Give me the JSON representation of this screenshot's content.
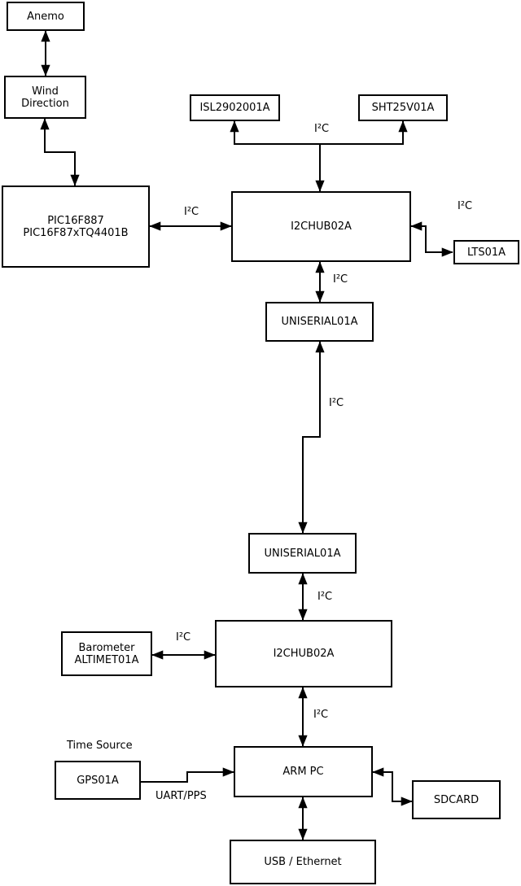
{
  "nodes": {
    "anemo": {
      "label": "Anemo"
    },
    "wind_direction": {
      "label_line1": "Wind",
      "label_line2": "Direction"
    },
    "pic_controller": {
      "label_line1": "PIC16F887",
      "label_line2": "PIC16F87xTQ4401B"
    },
    "isl2902001a": {
      "label": "ISL2902001A"
    },
    "sht25v01a": {
      "label": "SHT25V01A"
    },
    "i2chub_top": {
      "label": "I2CHUB02A"
    },
    "lts01a": {
      "label": "LTS01A"
    },
    "uniserial_top": {
      "label": "UNISERIAL01A"
    },
    "uniserial_bottom": {
      "label": "UNISERIAL01A"
    },
    "i2chub_bottom": {
      "label": "I2CHUB02A"
    },
    "barometer": {
      "label_line1": "Barometer",
      "label_line2": "ALTIMET01A"
    },
    "arm_pc": {
      "label": "ARM PC"
    },
    "gps01a": {
      "label": "GPS01A"
    },
    "sdcard": {
      "label": "SDCARD"
    },
    "usb_ethernet": {
      "label": "USB / Ethernet"
    }
  },
  "edge_labels": {
    "i2c_sensor_bus": "I²C",
    "i2c_pic_hub": "I²C",
    "i2c_hub_lts": "I²C",
    "i2c_hub_uniserial": "I²C",
    "i2c_uniserial_link": "I²C",
    "i2c_uniserial_hub2": "I²C",
    "i2c_barometer_hub2": "I²C",
    "i2c_hub2_armpc": "I²C",
    "uart_pps": "UART/PPS",
    "time_source": "Time Source"
  },
  "colors": {
    "line": "#000000",
    "box_fill": "#ffffff",
    "background": "#ffffff"
  }
}
